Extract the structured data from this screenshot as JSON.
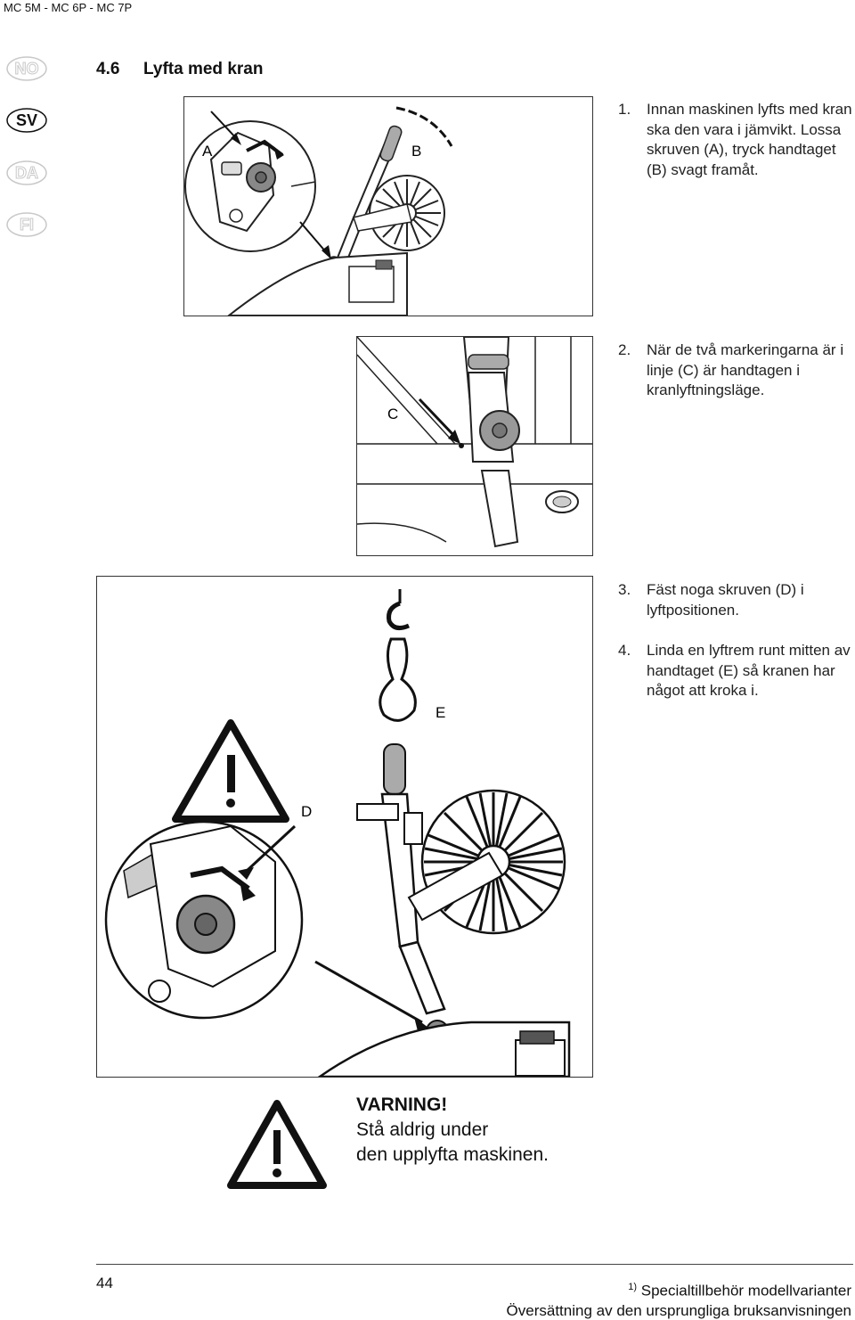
{
  "header": {
    "model": "MC 5M - MC 6P - MC 7P"
  },
  "languages": [
    {
      "code": "NO",
      "active": false
    },
    {
      "code": "SV",
      "active": true
    },
    {
      "code": "DA",
      "active": false
    },
    {
      "code": "FI",
      "active": false
    }
  ],
  "section": {
    "number": "4.6",
    "title": "Lyfta med kran"
  },
  "steps": [
    {
      "num": "1.",
      "text": "Innan maskinen lyfts med kran ska den vara i jämvikt. Lossa skruven (A), tryck handtaget (B) svagt framåt."
    },
    {
      "num": "2.",
      "text": "När de två markeringarna är i linje (C) är handtagen i kranlyftningsläge."
    },
    {
      "num": "3.",
      "text": "Fäst noga skruven (D) i lyftpositionen."
    },
    {
      "num": "4.",
      "text": "Linda en lyftrem runt mitten av handtaget (E) så kranen har något att kroka i."
    }
  ],
  "figure_labels": {
    "a": "A",
    "b": "B",
    "c": "C",
    "d": "D",
    "e": "E"
  },
  "warning": {
    "title": "VARNING!",
    "line1": "Stå aldrig under",
    "line2": "den upplyfta maskinen."
  },
  "footer": {
    "page": "44",
    "footnote_mark": "1)",
    "footnote": "Specialtillbehör modellvarianter",
    "translation": "Översättning av den ursprungliga bruksanvisningen"
  }
}
